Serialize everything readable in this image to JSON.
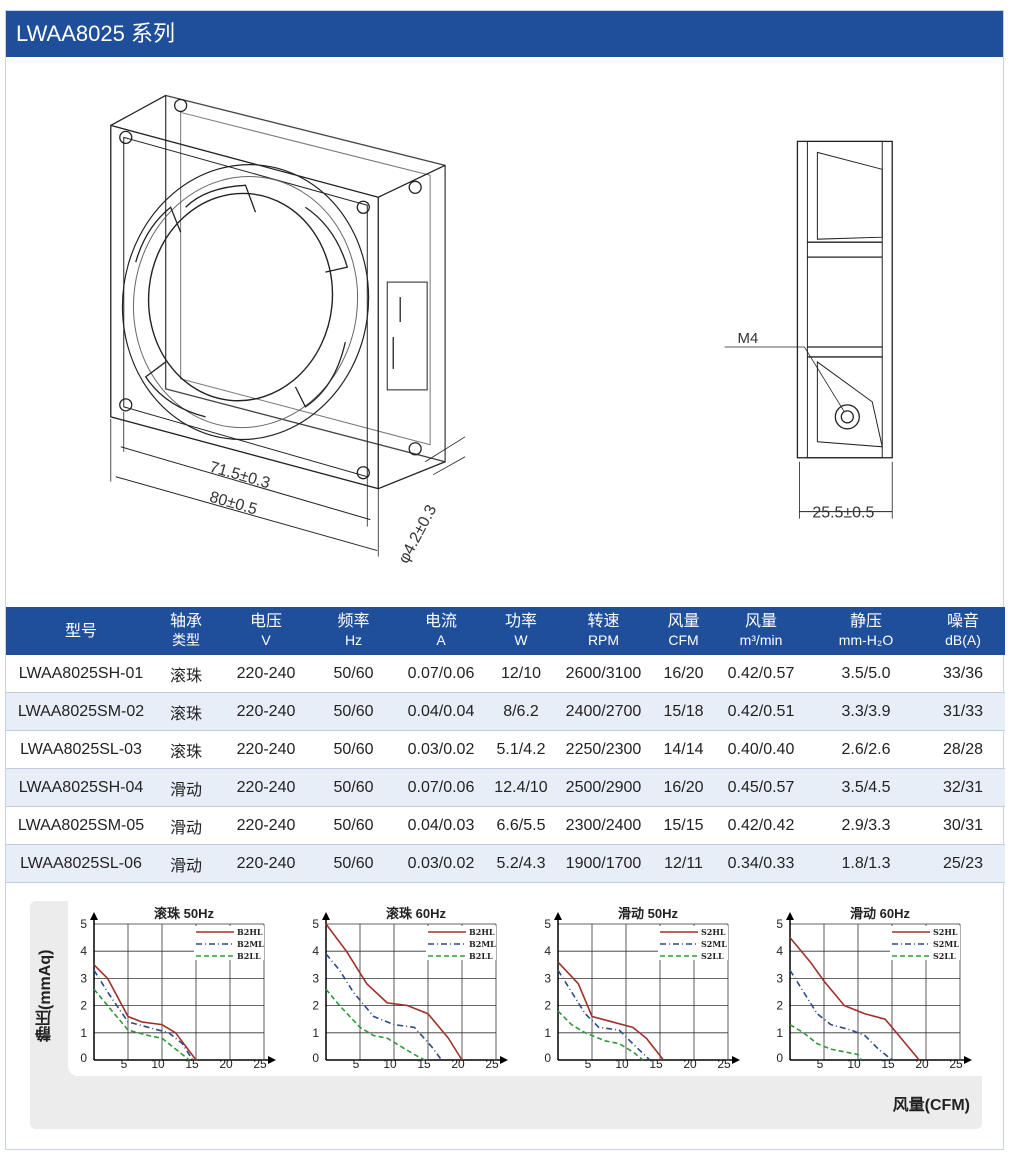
{
  "title": "LWAA8025 系列",
  "drawing": {
    "dim_inner": "71.5±0.3",
    "dim_outer": "80±0.5",
    "dim_hole": "φ4.2±0.3",
    "dim_depth": "25.5±0.5",
    "screw": "M4"
  },
  "table": {
    "headers": [
      {
        "top": "型号",
        "bottom": ""
      },
      {
        "top": "轴承",
        "bottom": "类型"
      },
      {
        "top": "电压",
        "bottom": "V"
      },
      {
        "top": "频率",
        "bottom": "Hz"
      },
      {
        "top": "电流",
        "bottom": "A"
      },
      {
        "top": "功率",
        "bottom": "W"
      },
      {
        "top": "转速",
        "bottom": "RPM"
      },
      {
        "top": "风量",
        "bottom": "CFM"
      },
      {
        "top": "风量",
        "bottom": "m³/min"
      },
      {
        "top": "静压",
        "bottom": "mm-H₂O"
      },
      {
        "top": "噪音",
        "bottom": "dB(A)"
      }
    ],
    "rows": [
      [
        "LWAA8025SH-01",
        "滚珠",
        "220-240",
        "50/60",
        "0.07/0.06",
        "12/10",
        "2600/3100",
        "16/20",
        "0.42/0.57",
        "3.5/5.0",
        "33/36"
      ],
      [
        "LWAA8025SM-02",
        "滚珠",
        "220-240",
        "50/60",
        "0.04/0.04",
        "8/6.2",
        "2400/2700",
        "15/18",
        "0.42/0.51",
        "3.3/3.9",
        "31/33"
      ],
      [
        "LWAA8025SL-03",
        "滚珠",
        "220-240",
        "50/60",
        "0.03/0.02",
        "5.1/4.2",
        "2250/2300",
        "14/14",
        "0.40/0.40",
        "2.6/2.6",
        "28/28"
      ],
      [
        "LWAA8025SH-04",
        "滑动",
        "220-240",
        "50/60",
        "0.07/0.06",
        "12.4/10",
        "2500/2900",
        "16/20",
        "0.45/0.57",
        "3.5/4.5",
        "32/31"
      ],
      [
        "LWAA8025SM-05",
        "滑动",
        "220-240",
        "50/60",
        "0.04/0.03",
        "6.6/5.5",
        "2300/2400",
        "15/15",
        "0.42/0.42",
        "2.9/3.3",
        "30/31"
      ],
      [
        "LWAA8025SL-06",
        "滑动",
        "220-240",
        "50/60",
        "0.03/0.02",
        "5.2/4.3",
        "1900/1700",
        "12/11",
        "0.34/0.33",
        "1.8/1.3",
        "25/23"
      ]
    ]
  },
  "perf": {
    "ylabel": "静压(mmAq)",
    "xlabel": "风量(CFM)"
  },
  "colors": {
    "header_blue": "#1f4e9b",
    "red": "#a0302a",
    "blue": "#2a4a8a",
    "green": "#2e9a3a"
  },
  "chart_data": [
    {
      "type": "line",
      "title": "滚珠 50Hz",
      "xlim": [
        0,
        25
      ],
      "ylim": [
        0,
        5
      ],
      "xticks": [
        "0",
        "5",
        "10",
        "15",
        "20",
        "25"
      ],
      "yticks": [
        "1",
        "2",
        "3",
        "4",
        "5"
      ],
      "series": [
        {
          "name": "B2HL",
          "style": "solid",
          "color": "#a0302a",
          "x": [
            0,
            2,
            5,
            7,
            10,
            12,
            15
          ],
          "y": [
            3.5,
            3.0,
            1.6,
            1.4,
            1.3,
            1.0,
            0
          ]
        },
        {
          "name": "B2ML",
          "style": "dashdot",
          "color": "#2a4a8a",
          "x": [
            0,
            2,
            5,
            8,
            11,
            13,
            14.5
          ],
          "y": [
            3.3,
            2.5,
            1.4,
            1.2,
            1.0,
            0.6,
            0
          ]
        },
        {
          "name": "B2LL",
          "style": "dashed",
          "color": "#2e9a3a",
          "x": [
            0,
            2,
            5,
            8,
            10,
            12,
            14
          ],
          "y": [
            2.6,
            2.0,
            1.1,
            0.9,
            0.8,
            0.4,
            0
          ]
        }
      ]
    },
    {
      "type": "line",
      "title": "滚珠 60Hz",
      "xlim": [
        0,
        25
      ],
      "ylim": [
        0,
        5
      ],
      "xticks": [
        "0",
        "5",
        "10",
        "15",
        "20",
        "25"
      ],
      "yticks": [
        "1",
        "2",
        "3",
        "4",
        "5"
      ],
      "series": [
        {
          "name": "B2HL",
          "style": "solid",
          "color": "#a0302a",
          "x": [
            0,
            3,
            6,
            9,
            12,
            15,
            18,
            20
          ],
          "y": [
            5.0,
            4.0,
            2.8,
            2.1,
            2.0,
            1.7,
            0.8,
            0
          ]
        },
        {
          "name": "B2ML",
          "style": "dashdot",
          "color": "#2a4a8a",
          "x": [
            0,
            2,
            4,
            7,
            10,
            13,
            15.5,
            17
          ],
          "y": [
            3.9,
            3.3,
            2.5,
            1.6,
            1.3,
            1.2,
            0.5,
            0
          ]
        },
        {
          "name": "B2LL",
          "style": "dashed",
          "color": "#2e9a3a",
          "x": [
            0,
            2,
            5,
            7,
            9,
            11,
            13,
            14.5
          ],
          "y": [
            2.6,
            2.0,
            1.2,
            0.9,
            0.8,
            0.5,
            0.2,
            0
          ]
        }
      ]
    },
    {
      "type": "line",
      "title": "滑动 50Hz",
      "xlim": [
        0,
        25
      ],
      "ylim": [
        0,
        5
      ],
      "xticks": [
        "0",
        "5",
        "10",
        "15",
        "20",
        "25"
      ],
      "yticks": [
        "1",
        "2",
        "3",
        "4",
        "5"
      ],
      "series": [
        {
          "name": "S2HL",
          "style": "solid",
          "color": "#a0302a",
          "x": [
            0,
            3,
            5,
            8,
            11,
            13,
            15.5
          ],
          "y": [
            3.6,
            2.8,
            1.6,
            1.4,
            1.2,
            0.8,
            0
          ]
        },
        {
          "name": "S2ML",
          "style": "dashdot",
          "color": "#2a4a8a",
          "x": [
            0,
            2,
            4,
            6,
            9,
            11,
            13.5
          ],
          "y": [
            3.3,
            2.5,
            1.7,
            1.2,
            1.1,
            0.6,
            0
          ]
        },
        {
          "name": "S2LL",
          "style": "dashed",
          "color": "#2e9a3a",
          "x": [
            0,
            2,
            4,
            7,
            9,
            11,
            12.5
          ],
          "y": [
            1.8,
            1.3,
            1.0,
            0.7,
            0.6,
            0.3,
            0
          ]
        }
      ]
    },
    {
      "type": "line",
      "title": "滑动 60Hz",
      "xlim": [
        0,
        25
      ],
      "ylim": [
        0,
        5
      ],
      "xticks": [
        "0",
        "5",
        "10",
        "15",
        "20",
        "25"
      ],
      "yticks": [
        "1",
        "2",
        "3",
        "4",
        "5"
      ],
      "series": [
        {
          "name": "S2HL",
          "style": "solid",
          "color": "#a0302a",
          "x": [
            0,
            3,
            5,
            8,
            11,
            14,
            16,
            19
          ],
          "y": [
            4.5,
            3.6,
            2.9,
            2.0,
            1.7,
            1.5,
            0.9,
            0
          ]
        },
        {
          "name": "S2ML",
          "style": "dashdot",
          "color": "#2a4a8a",
          "x": [
            0,
            2,
            4,
            6,
            9,
            11,
            13,
            15
          ],
          "y": [
            3.3,
            2.5,
            1.7,
            1.3,
            1.1,
            0.9,
            0.4,
            0
          ]
        },
        {
          "name": "S2LL",
          "style": "dashed",
          "color": "#2e9a3a",
          "x": [
            0,
            2,
            4,
            6,
            8,
            10,
            10.5
          ],
          "y": [
            1.3,
            1.0,
            0.6,
            0.4,
            0.3,
            0.2,
            0
          ]
        }
      ]
    }
  ]
}
